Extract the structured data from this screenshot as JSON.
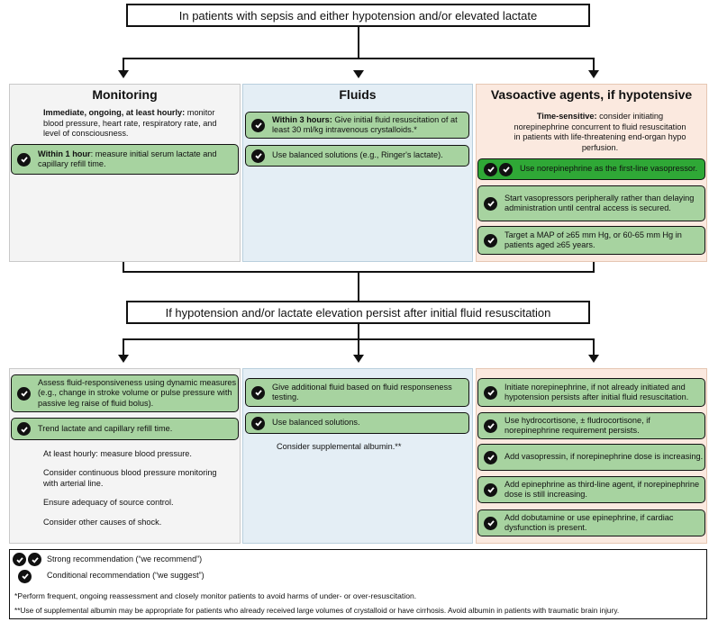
{
  "header1": "In patients with sepsis and either hypotension and/or elevated lactate",
  "header2": "If hypotension and/or lactate elevation persist after initial fluid resuscitation",
  "monitoring": {
    "title": "Monitoring",
    "para1_bold": "Immediate, ongoing, at least hourly:",
    "para1_text": " monitor blood pressure, heart rate, respiratory rate, and level of consciousness.",
    "rec1_bold": "Within 1 hour",
    "rec1_text": ": measure initial serum lactate and capillary refill time."
  },
  "fluids": {
    "title": "Fluids",
    "rec1_bold": "Within 3 hours:",
    "rec1_text": " Give initial fluid resuscitation of at least 30 ml/kg intravenous crystalloids.*",
    "rec2": "Use balanced solutions (e.g., Ringer's lactate)."
  },
  "vasoactive": {
    "title": "Vasoactive agents, if hypotensive",
    "para1_bold": "Time-sensitive:",
    "para1_text": " consider initiating norepinephrine concurrent to fluid resuscitation in patients with life-threatening end-organ hypo perfusion.",
    "rec1": "Use norepinephrine as the first-line vasopressor.",
    "rec2": "Start vasopressors peripherally rather than delaying administration until central access is secured.",
    "rec3": "Target a MAP of ≥65 mm Hg, or 60-65 mm Hg in patients aged ≥65 years."
  },
  "persist_monitoring": {
    "rec1": "Assess fluid-responsiveness using dynamic measures (e.g., change in stroke volume or pulse pressure with passive leg raise of fluid bolus).",
    "rec2": "Trend lactate and capillary refill time.",
    "text1": "At least hourly: measure blood pressure.",
    "text2": "Consider continuous blood pressure monitoring with arterial line.",
    "text3": "Ensure adequacy of source control.",
    "text4": "Consider other causes of shock."
  },
  "persist_fluids": {
    "rec1": "Give additional fluid based on fluid responseness testing.",
    "rec2": "Use balanced solutions.",
    "text1": "Consider supplemental albumin.**"
  },
  "persist_vasoactive": {
    "rec1": "Initiate norepinephrine, if not already initiated and hypotension persists after initial fluid resuscitation.",
    "rec2": "Use hydrocortisone, ± fludrocortisone, if norepinephrine requirement persists.",
    "rec3": "Add vasopressin, if norepinephrine dose is increasing.",
    "rec4": "Add epinephrine as third-line agent, if norepinephrine dose is still increasing.",
    "rec5": "Add dobutamine or use epinephrine, if cardiac dysfunction is present."
  },
  "legend": {
    "strong": "Strong recommendation (“we recommend”)",
    "conditional": "Conditional recommendation (“we suggest”)",
    "footnote1": "*Perform frequent, ongoing reassessment and closely monitor patients to avoid harms of under- or over-resuscitation.",
    "footnote2": "**Use of supplemental albumin may be appropriate for patients who already received large volumes of crystalloid or have cirrhosis. Avoid albumin in patients with traumatic brain injury."
  },
  "colors": {
    "conditional_green": "#a7d3a0",
    "strong_green": "#2fa836",
    "panel_gray": "#f4f4f4",
    "panel_blue": "#e4eef5",
    "panel_peach": "#fbe9df"
  },
  "icons": {
    "check": "check-circle-icon"
  }
}
